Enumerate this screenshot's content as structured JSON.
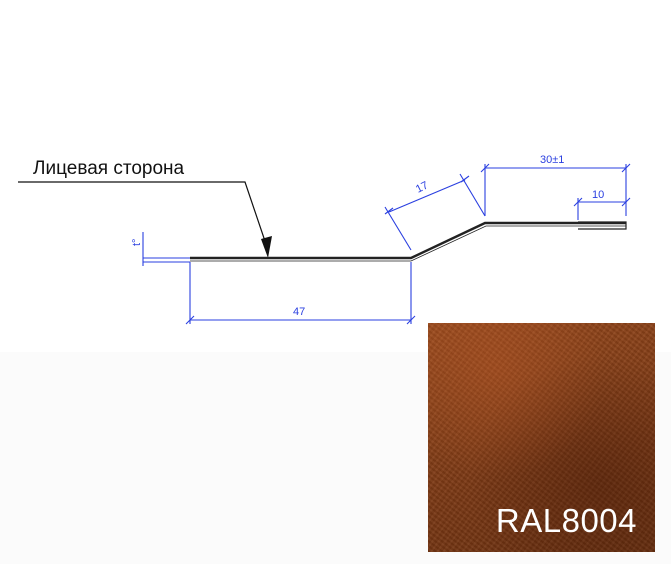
{
  "diagram": {
    "face_label": "Лицевая сторона",
    "dim_thickness": "t°",
    "dim_flat": "47",
    "dim_slope": "17",
    "dim_top": "30±1",
    "dim_hem": "10"
  },
  "swatch": {
    "label": "RAL8004",
    "color": "#7d3a16"
  },
  "colors": {
    "dimension": "#2a3fe0",
    "profile": "#222222"
  }
}
